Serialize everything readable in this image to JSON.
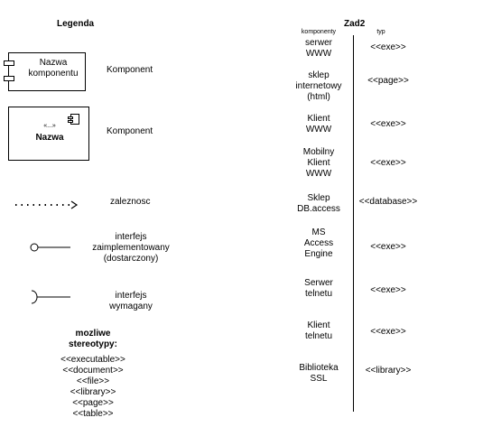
{
  "legend": {
    "title": "Legenda",
    "component1": {
      "box_label": "Nazwa\nkomponentu",
      "label": "Komponent"
    },
    "component2": {
      "stereotype": "«...»",
      "box_label": "Nazwa",
      "label": "Komponent"
    },
    "dependency": {
      "label": "zaleznosc"
    },
    "provided_interface": {
      "label": "interfejs\nzaimplementowany\n(dostarczony)"
    },
    "required_interface": {
      "label": "interfejs\nwymagany"
    },
    "stereotypes": {
      "title": "mozliwe\nstereotypy:",
      "items": [
        "<<executable>>",
        "<<document>>",
        "<<file>>",
        "<<library>>",
        "<<page>>",
        "<<table>>"
      ]
    }
  },
  "zad2": {
    "title": "Zad2",
    "col_component": "komponenty",
    "col_type": "typ",
    "rows": [
      {
        "component": "serwer\nWWW",
        "type": "<<exe>>"
      },
      {
        "component": "sklep\ninternetowy\n(html)",
        "type": "<<page>>"
      },
      {
        "component": "Klient\nWWW",
        "type": "<<exe>>"
      },
      {
        "component": "Mobilny\nKlient\nWWW",
        "type": "<<exe>>"
      },
      {
        "component": "Sklep\nDB.access",
        "type": "<<database>>"
      },
      {
        "component": "MS\nAccess\nEngine",
        "type": "<<exe>>"
      },
      {
        "component": "Serwer\ntelnetu",
        "type": "<<exe>>"
      },
      {
        "component": "Klient\ntelnetu",
        "type": "<<exe>>"
      },
      {
        "component": "Biblioteka\nSSL",
        "type": "<<library>>"
      }
    ]
  }
}
